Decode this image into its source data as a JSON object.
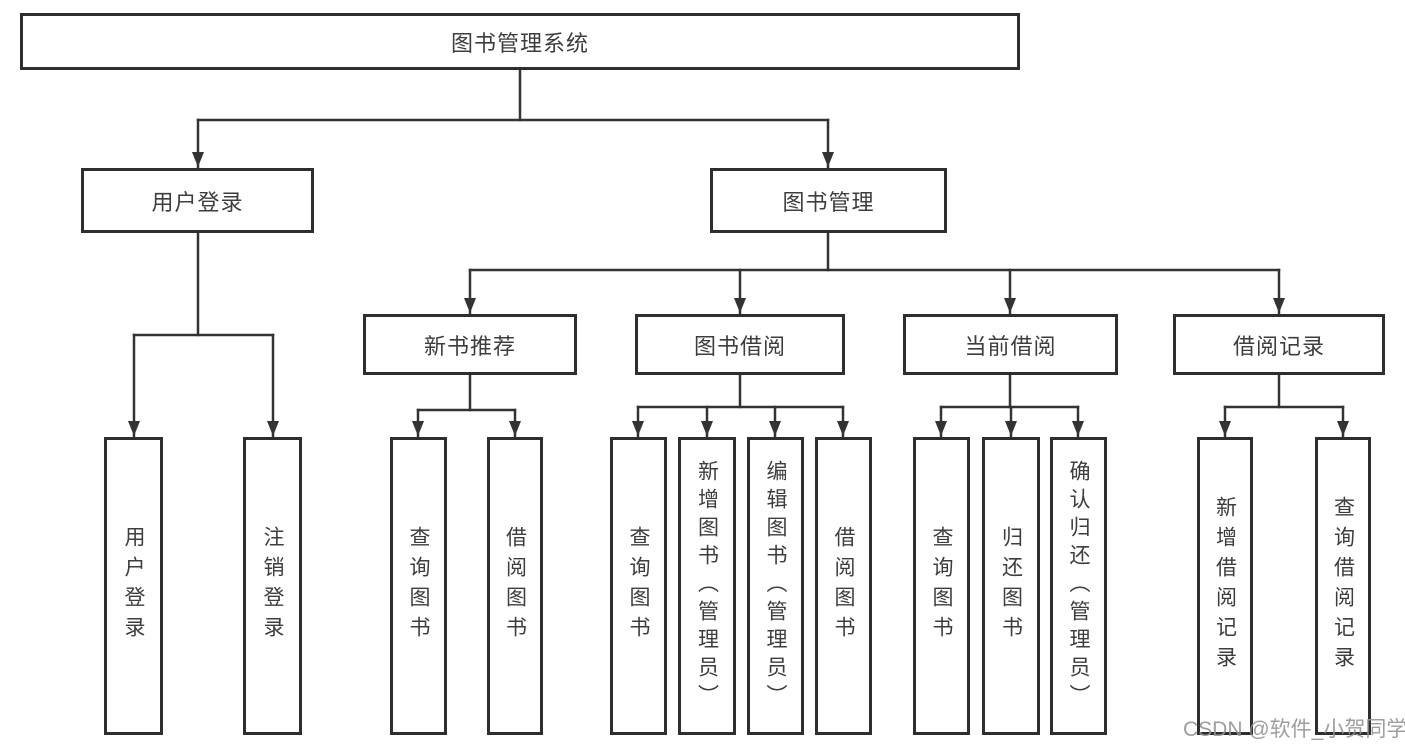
{
  "title": "图书管理系统",
  "branches": {
    "user_login": {
      "label": "用户登录",
      "children": {
        "login": "用户登录",
        "logout": "注销登录"
      }
    },
    "book_mgmt": {
      "label": "图书管理",
      "sections": {
        "new_book": {
          "label": "新书推荐",
          "children": {
            "query": "查询图书",
            "borrow": "借阅图书"
          }
        },
        "book_borrow": {
          "label": "图书借阅",
          "children": {
            "query": "查询图书",
            "add": "新增图书（管理员）",
            "edit": "编辑图书（管理员）",
            "borrow": "借阅图书"
          }
        },
        "current_borrow": {
          "label": "当前借阅",
          "children": {
            "query": "查询图书",
            "return": "归还图书",
            "confirm": "确认归还（管理员）"
          }
        },
        "records": {
          "label": "借阅记录",
          "children": {
            "add": "新增借阅记录",
            "query": "查询借阅记录"
          }
        }
      }
    }
  },
  "watermark": "CSDN @软件_小贺同学",
  "colors": {
    "line": "#333333",
    "border": "#2e2e2e",
    "text": "#3d3d3d",
    "watermark": "#949494"
  }
}
